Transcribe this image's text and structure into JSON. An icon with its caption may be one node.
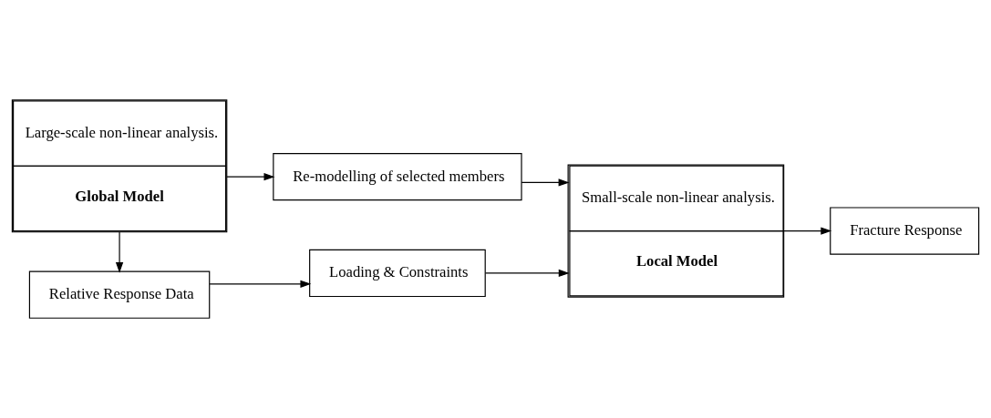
{
  "diagram": {
    "nodes": [
      {
        "text": [
          "Large-scale non-linear analysis.",
          "Global Model"
        ]
      },
      {
        "text": [
          "Re-modelling of selected members"
        ]
      },
      {
        "text": [
          "Relative Response Data"
        ]
      },
      {
        "text": [
          "Loading & Constraints"
        ]
      },
      {
        "text": [
          "Small-scale non-linear analysis.",
          "Local Model"
        ]
      },
      {
        "text": [
          "Fracture Response"
        ]
      }
    ],
    "edges": [
      {
        "from": 0,
        "to": 1,
        "arrow": "to"
      },
      {
        "from": 0,
        "to": 2,
        "arrow": "to"
      },
      {
        "from": 1,
        "to": 4,
        "arrow": "to"
      },
      {
        "from": 2,
        "to": 3,
        "arrow": "to"
      },
      {
        "from": 3,
        "to": 4,
        "arrow": "to"
      },
      {
        "from": 4,
        "to": 5,
        "arrow": "to"
      }
    ]
  }
}
